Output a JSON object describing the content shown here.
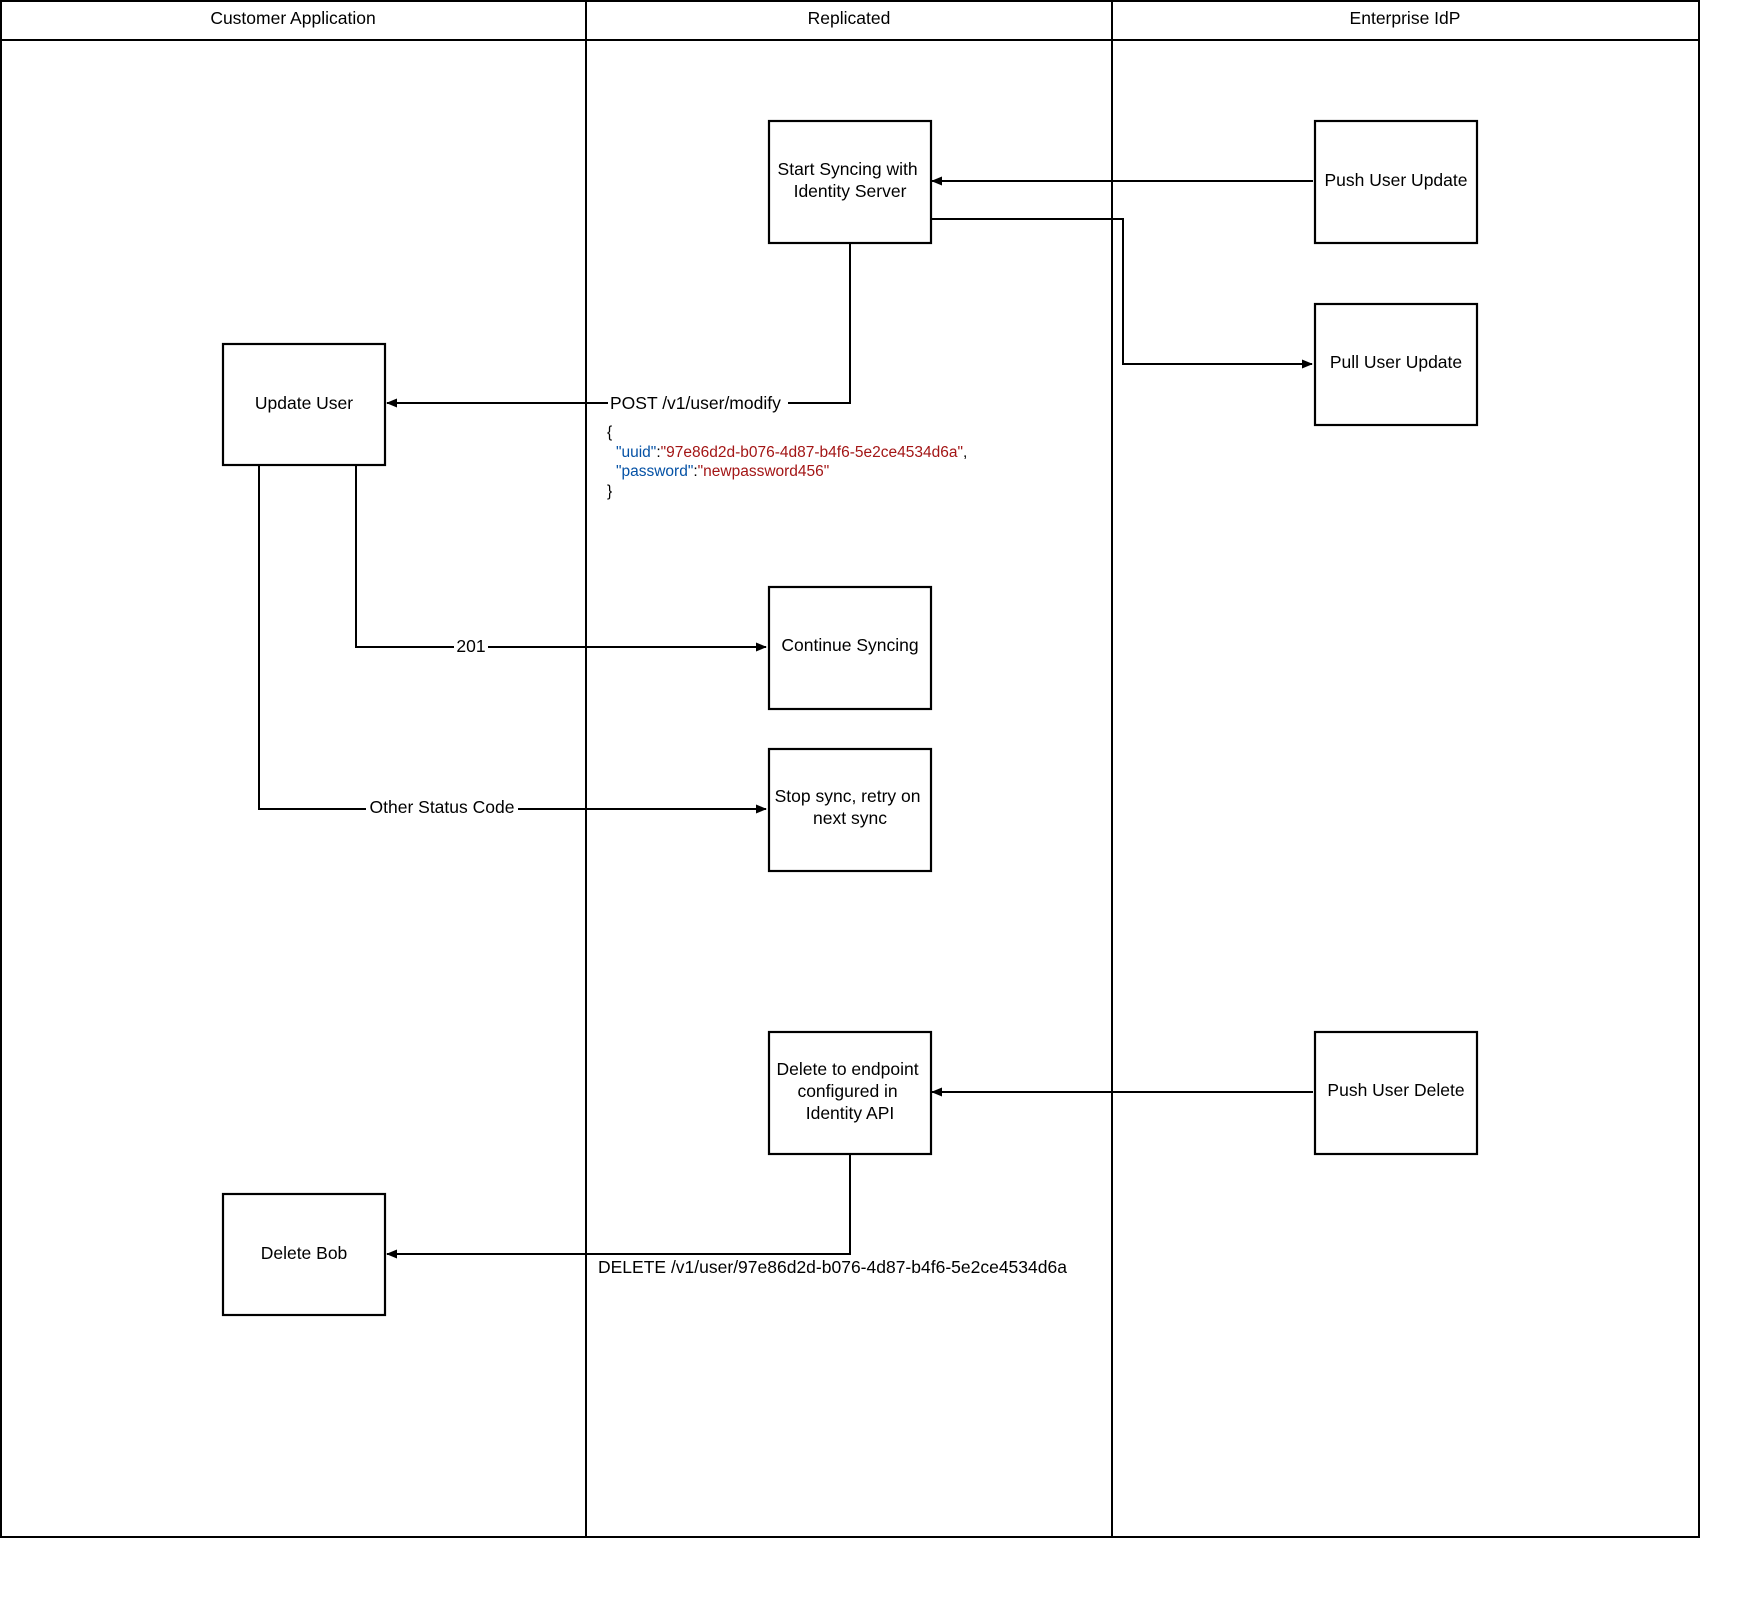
{
  "lanes": {
    "customer": "Customer Application",
    "replicated": "Replicated",
    "enterprise": "Enterprise IdP"
  },
  "nodes": {
    "start_sync": [
      "Start Syncing with",
      "Identity Server"
    ],
    "push_update": [
      "Push User Update"
    ],
    "pull_update": [
      "Pull User Update"
    ],
    "update_user": [
      "Update User"
    ],
    "continue_sync": [
      "Continue Syncing"
    ],
    "stop_sync": [
      "Stop sync, retry on",
      "next sync"
    ],
    "delete_endpoint": [
      "Delete to endpoint",
      "configured in",
      "Identity API"
    ],
    "push_delete": [
      "Push User Delete"
    ],
    "delete_bob": [
      "Delete Bob"
    ]
  },
  "edges": {
    "post_label": "POST /v1/user/modify",
    "created_label": "201",
    "other_label": "Other Status Code",
    "delete_label": "DELETE /v1/user/97e86d2d-b076-4d87-b4f6-5e2ce4534d6a"
  },
  "payload": {
    "open": "{",
    "uuid_key": "\"uuid\"",
    "uuid_value": "\"97e86d2d-b076-4d87-b4f6-5e2ce4534d6a\"",
    "password_key": "\"password\"",
    "password_value": "\"newpassword456\"",
    "close": "}"
  },
  "colors": {
    "json_key": "#0451a5",
    "json_value": "#a31515",
    "line": "#000000"
  }
}
